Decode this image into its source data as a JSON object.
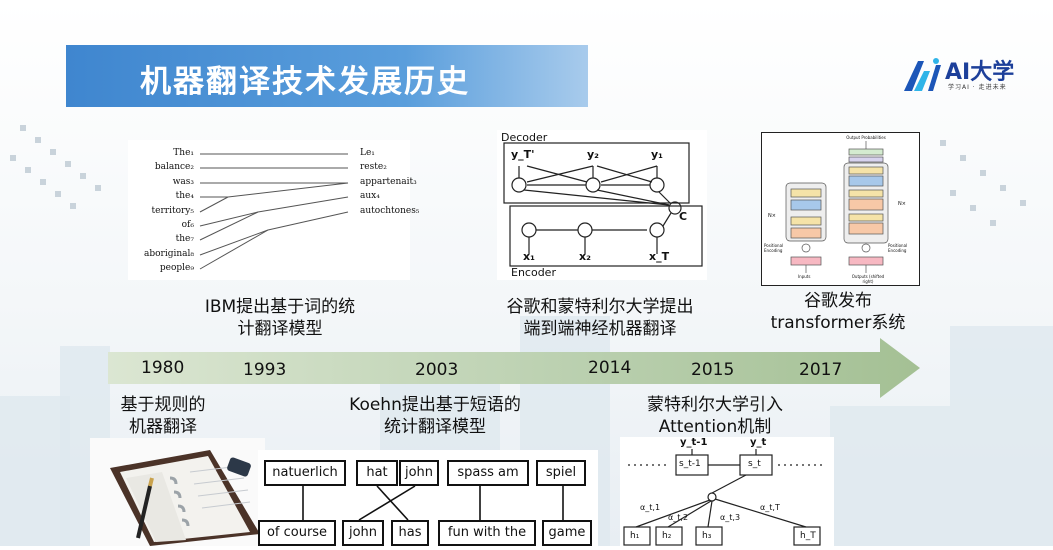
{
  "header": {
    "title": "机器翻译技术发展历史"
  },
  "logo": {
    "name": "AI大学",
    "tagline": "学习AI · 走进未来"
  },
  "timeline": {
    "years": [
      "1980",
      "1993",
      "2003",
      "2014",
      "2015",
      "2017"
    ]
  },
  "events": {
    "e1980": "基于规则的\n机器翻译",
    "e1993": "IBM提出基于词的统\n计翻译模型",
    "e2003": "Koehn提出基于短语的\n统计翻译模型",
    "e2014": "谷歌和蒙特利尔大学提出\n端到端神经机器翻译",
    "e2015": "蒙特利尔大学引入\nAttention机制",
    "e2017": "谷歌发布\ntransformer系统"
  },
  "alignment": {
    "source": [
      "The₁",
      "balance₂",
      "was₃",
      "the₄",
      "territory₅",
      "of₆",
      "the₇",
      "aboriginal₈",
      "people₉"
    ],
    "target": [
      "Le₁",
      "reste₂",
      "appartenait₃",
      "aux₄",
      "autochtones₅"
    ]
  },
  "seq2seq": {
    "decoder_label": "Decoder",
    "encoder_label": "Encoder",
    "outputs": [
      "y_T'",
      "y₂",
      "y₁"
    ],
    "inputs": [
      "x₁",
      "x₂",
      "x_T"
    ],
    "context": "C"
  },
  "phrases": {
    "top": [
      "natuerlich",
      "hat",
      "john",
      "spass am",
      "spiel"
    ],
    "bottom": [
      "of course",
      "john",
      "has",
      "fun with the",
      "game"
    ]
  },
  "attention": {
    "states": [
      "s_t-1",
      "s_t"
    ],
    "outputs": [
      "y_t-1",
      "y_t"
    ],
    "weights": [
      "α_t,1",
      "α_t,2",
      "α_t,3",
      "α_t,T"
    ],
    "hidden": [
      "h₁",
      "h₂",
      "h₃",
      "h_T"
    ]
  },
  "transformer_labels": {
    "output_probabilities": "Output Probabilities",
    "positional_encoding": "Positional Encoding",
    "inputs": "Inputs",
    "outputs": "Outputs (shifted right)",
    "nx": "N×"
  }
}
